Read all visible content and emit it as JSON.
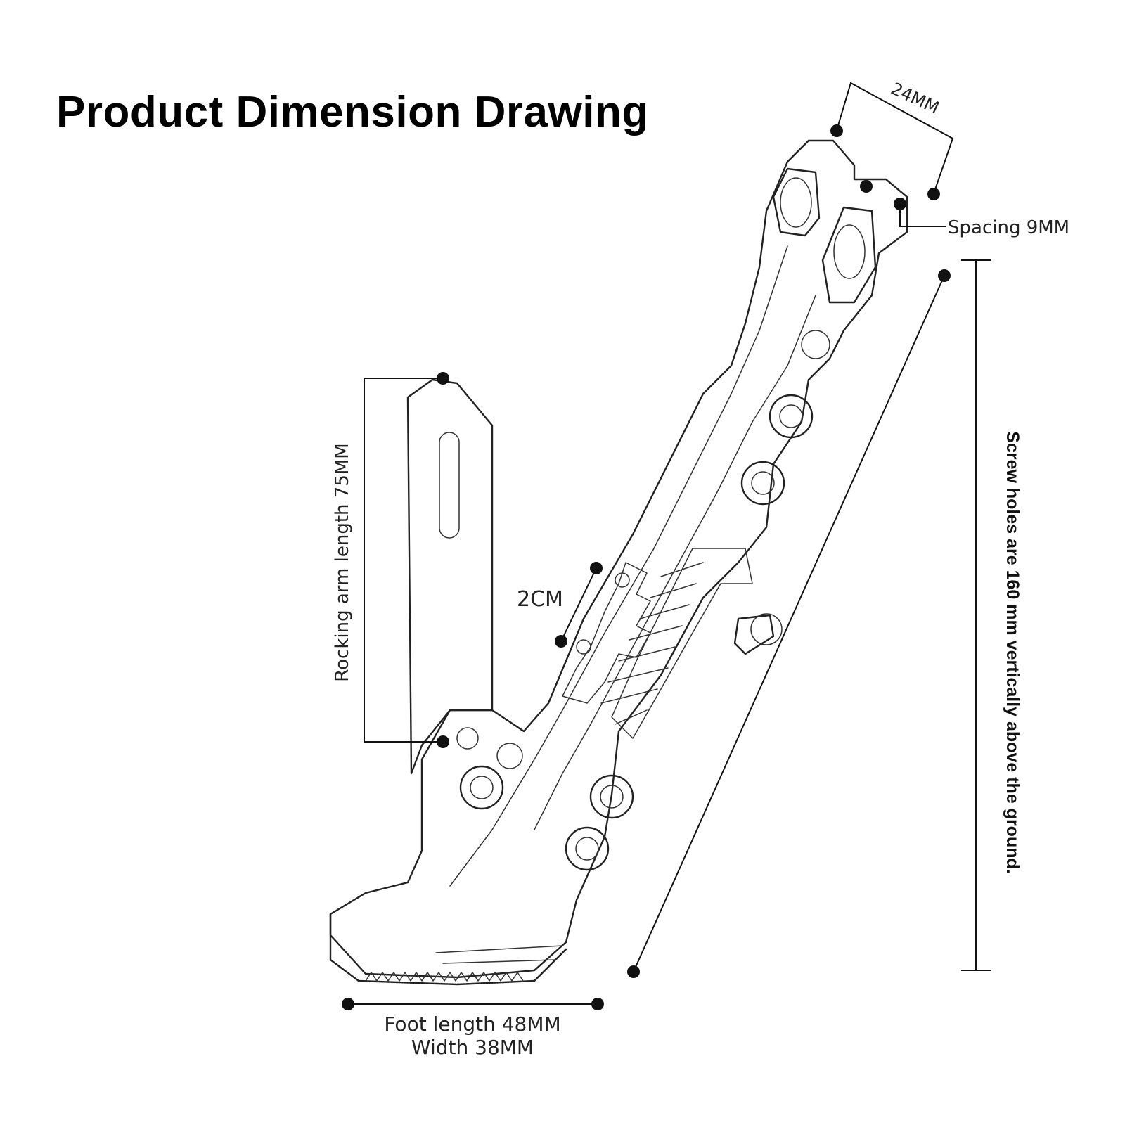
{
  "title": "Product Dimension Drawing",
  "dimensions": {
    "top_width": "24MM",
    "spacing": "Spacing 9MM",
    "rocking_arm": "Rocking arm length 75MM",
    "groove": "2CM",
    "screw_holes": "Screw holes are 160 mm vertically above the ground.",
    "foot_length": "Foot length 48MM",
    "foot_width": "Width 38MM"
  },
  "colors": {
    "ink": "#111111",
    "background": "#ffffff"
  }
}
